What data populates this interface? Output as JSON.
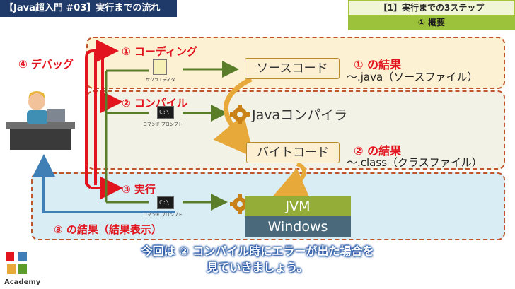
{
  "header": {
    "title": "【Java超入門 #03】実行までの流れ",
    "step_title": "【1】実行までの3ステップ",
    "step_sub": "① 概要"
  },
  "labels": {
    "debug": "④ デバッグ",
    "coding": "① コーディング",
    "compile": "② コンパイル",
    "execute": "③ 実行",
    "exec_result": "③ の結果（結果表示）"
  },
  "boxes": {
    "source_code": "ソースコード",
    "java_compiler": "Javaコンパイラ",
    "bytecode": "バイトコード",
    "jvm": "JVM",
    "windows": "Windows"
  },
  "results": {
    "r1_title": "① の結果",
    "r1_text": "～.java（ソースファイル）",
    "r2_title": "② の結果",
    "r2_text": "～.class（クラスファイル）"
  },
  "apps": {
    "editor": "サクラエディタ",
    "cmd1": "コマンド プロンプト",
    "cmd2": "コマンド プロンプト"
  },
  "footer": {
    "line1": "今回は ② コンパイル時にエラーが出た場合を",
    "line2": "見ていきましょう。",
    "logo": "Academy"
  },
  "colors": {
    "red": "#e2141e",
    "green_arrow": "#5a7d2a",
    "blue_arrow": "#3f7fb5",
    "orange_arrow": "#e7a93a"
  }
}
